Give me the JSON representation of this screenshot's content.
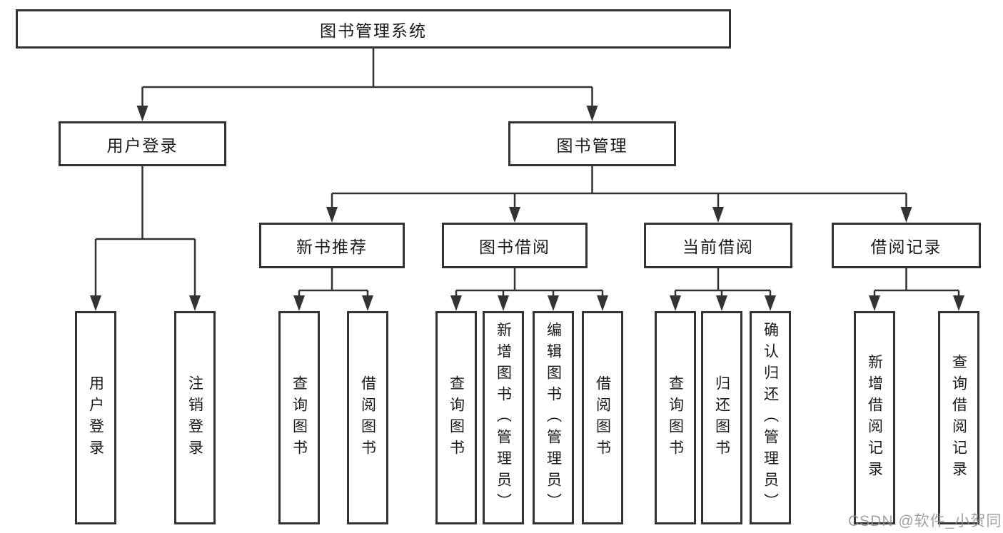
{
  "title": "图书管理系统",
  "nodes": {
    "root": "图书管理系统",
    "level2": {
      "user_login": "用户登录",
      "book_mgmt": "图书管理"
    },
    "level3": {
      "new_book_rec": "新书推荐",
      "book_borrow": "图书借阅",
      "current_borrow": "当前借阅",
      "borrow_record": "借阅记录"
    },
    "leaves": {
      "user_login": "用户登录",
      "logout": "注销登录",
      "rec_query_book": "查询图书",
      "rec_borrow_book": "借阅图书",
      "bb_query_book": "查询图书",
      "bb_add_book": "新增图书（管理员）",
      "bb_edit_book": "编辑图书（管理员）",
      "bb_borrow_book": "借阅图书",
      "cb_query_book": "查询图书",
      "cb_return_book": "归还图书",
      "cb_confirm_return": "确认归还（管理员）",
      "br_add_record": "新增借阅记录",
      "br_query_record": "查询借阅记录"
    }
  },
  "watermark": "CSDN @软件_小贺同学",
  "colors": {
    "line": "#333333",
    "box_border": "#333333",
    "text": "#1a1a1a",
    "watermark": "#919191",
    "background": "#ffffff"
  }
}
